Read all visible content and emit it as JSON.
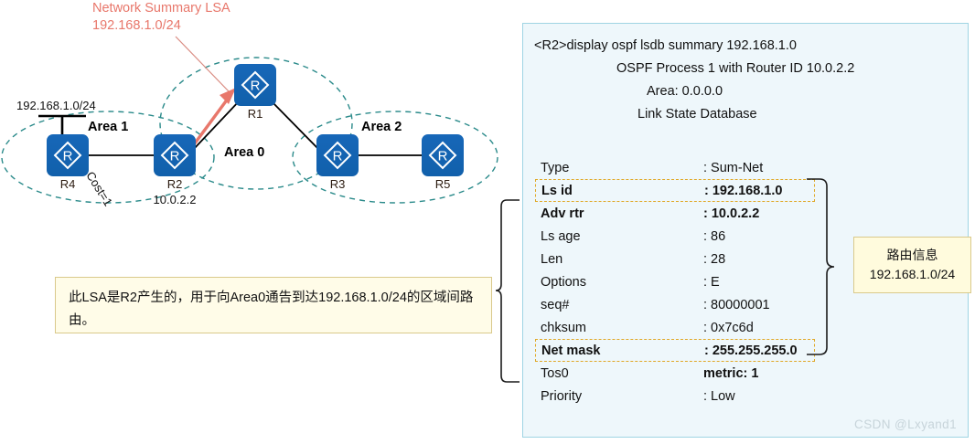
{
  "topology": {
    "annotation": {
      "title": "Network Summary LSA",
      "subnet": "192.168.1.0/24",
      "color": "#e8776b"
    },
    "stub_network_label": "192.168.1.0/24",
    "areas": [
      {
        "name": "Area 1"
      },
      {
        "name": "Area 0"
      },
      {
        "name": "Area 2"
      }
    ],
    "routers": [
      {
        "id": "R4",
        "ip": ""
      },
      {
        "id": "R2",
        "ip": "10.0.2.2"
      },
      {
        "id": "R1",
        "ip": ""
      },
      {
        "id": "R3",
        "ip": ""
      },
      {
        "id": "R5",
        "ip": ""
      }
    ],
    "link_cost_label": "Cost=1",
    "icon": "router-icon"
  },
  "note": {
    "text": "此LSA是R2产生的，用于向Area0通告到达192.168.1.0/24的区域间路由。",
    "bg": "#fffce8",
    "border": "#d9c98b"
  },
  "callout": {
    "title": "路由信息",
    "value": "192.168.1.0/24",
    "bg": "#fffbdd",
    "border": "#d9c98b"
  },
  "panel": {
    "bg": "#eef7fb",
    "border": "#9fd4e3",
    "command": "<R2>display ospf lsdb summary 192.168.1.0",
    "process": "OSPF Process 1 with Router ID 10.0.2.2",
    "area": "Area: 0.0.0.0",
    "database": "Link State Database",
    "fields": [
      {
        "key": "Type",
        "value": ": Sum-Net",
        "bold": false,
        "highlight": false
      },
      {
        "key": "Ls id",
        "value": ": 192.168.1.0",
        "bold": true,
        "highlight": true
      },
      {
        "key": "Adv rtr",
        "value": ": 10.0.2.2",
        "bold": true,
        "highlight": false
      },
      {
        "key": "Ls age",
        "value": ": 86",
        "bold": false,
        "highlight": false
      },
      {
        "key": "Len",
        "value": ": 28",
        "bold": false,
        "highlight": false
      },
      {
        "key": "Options",
        "value": ": E",
        "bold": false,
        "highlight": false
      },
      {
        "key": "seq#",
        "value": ": 80000001",
        "bold": false,
        "highlight": false
      },
      {
        "key": "chksum",
        "value": ": 0x7c6d",
        "bold": false,
        "highlight": false
      },
      {
        "key": "Net mask",
        "value": ": 255.255.255.0",
        "bold": true,
        "highlight": true
      },
      {
        "key": "Tos0",
        "value": "metric: 1",
        "bold": false,
        "highlight": false,
        "value_bold": true
      },
      {
        "key": "Priority",
        "value": ": Low",
        "bold": false,
        "highlight": false
      }
    ],
    "highlight_border": "#e0a826"
  },
  "watermark": "CSDN @Lxyand1"
}
